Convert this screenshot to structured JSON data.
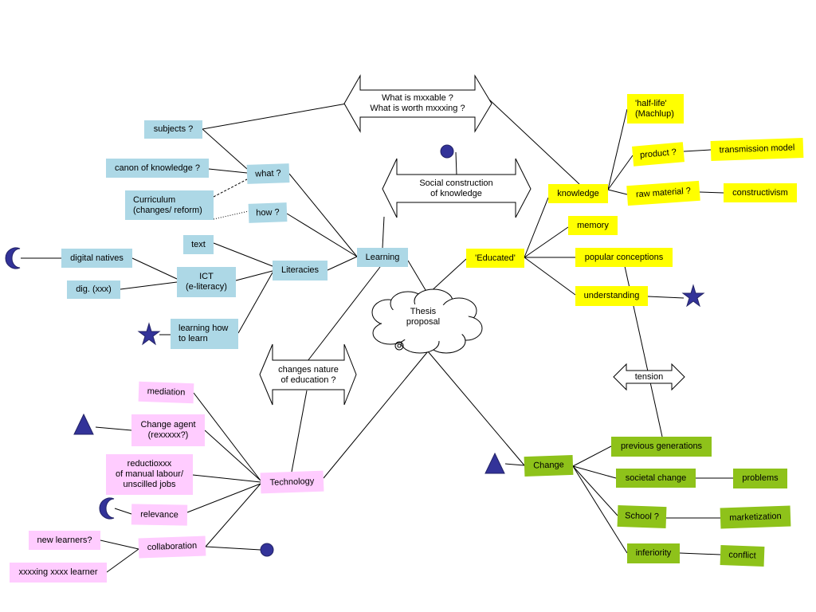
{
  "nodes": {
    "subjects": "subjects ?",
    "canon": "canon of knowledge ?",
    "curriculum": "Curriculum\n(changes/ reform)",
    "what": "what ?",
    "how": "how ?",
    "text": "text",
    "digital_natives": "digital natives",
    "dig_xxx": "dig. (xxx)",
    "ict": "ICT\n(e-literacy)",
    "literacies": "Literacies",
    "learning_how": "learning how\nto learn",
    "learning": "Learning",
    "educated": "'Educated'",
    "knowledge": "knowledge",
    "half_life": "'half-life'\n(Machlup)",
    "product": "product ?",
    "transmission": "transmission model",
    "raw_material": "raw material ?",
    "constructivism": "constructivism",
    "memory": "memory",
    "popular": "popular conceptions",
    "understanding": "understanding",
    "thesis": "Thesis\nproposal",
    "mediation": "mediation",
    "change_agent": "Change agent\n(rexxxxx?)",
    "reduction": "reductioxxx\nof manual labour/\nunscilled jobs",
    "relevance": "relevance",
    "collaboration": "collaboration",
    "new_learners": "new learners?",
    "xxxxing": "xxxxing xxxx learner",
    "technology": "Technology",
    "change": "Change",
    "previous_gen": "previous generations",
    "societal": "societal change",
    "problems": "problems",
    "school": "School ?",
    "marketization": "marketization",
    "inferiority": "inferiority",
    "conflict": "conflict"
  },
  "arrows": {
    "mxxable": "What is mxxable ?\nWhat is worth mxxxing ?",
    "social": "Social construction\nof knowledge",
    "changes_nature": "changes nature\nof education ?",
    "tension": "tension"
  },
  "colors": {
    "blue": "#add8e6",
    "yellow": "#ffff00",
    "pink": "#ffccff",
    "green": "#8ec21a",
    "symbol": "#333399"
  },
  "icons": [
    "moon-icon",
    "star-icon",
    "circle-icon",
    "triangle-icon",
    "spiral-icon"
  ]
}
